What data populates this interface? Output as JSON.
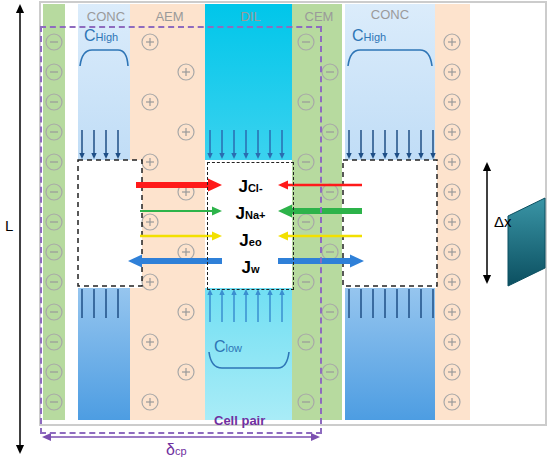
{
  "diagram": {
    "nodes": [
      {
        "text": [
          "Cell pair"
        ]
      },
      {
        "text": [
          "CONC"
        ],
        "in": 0
      },
      {
        "text": [
          "AEM"
        ],
        "in": 0
      },
      {
        "text": [
          "DIL"
        ],
        "in": 0
      },
      {
        "text": [
          "JCl-",
          "JNa+",
          "Jeo",
          "Jw"
        ],
        "in": 3
      },
      {
        "text": [
          "CEM"
        ],
        "in": 0
      },
      {
        "text": [
          "CONC"
        ]
      }
    ],
    "labels": [
      "CHigh",
      "CHigh",
      "L",
      "Δx",
      "Clow",
      "δcp"
    ]
  }
}
